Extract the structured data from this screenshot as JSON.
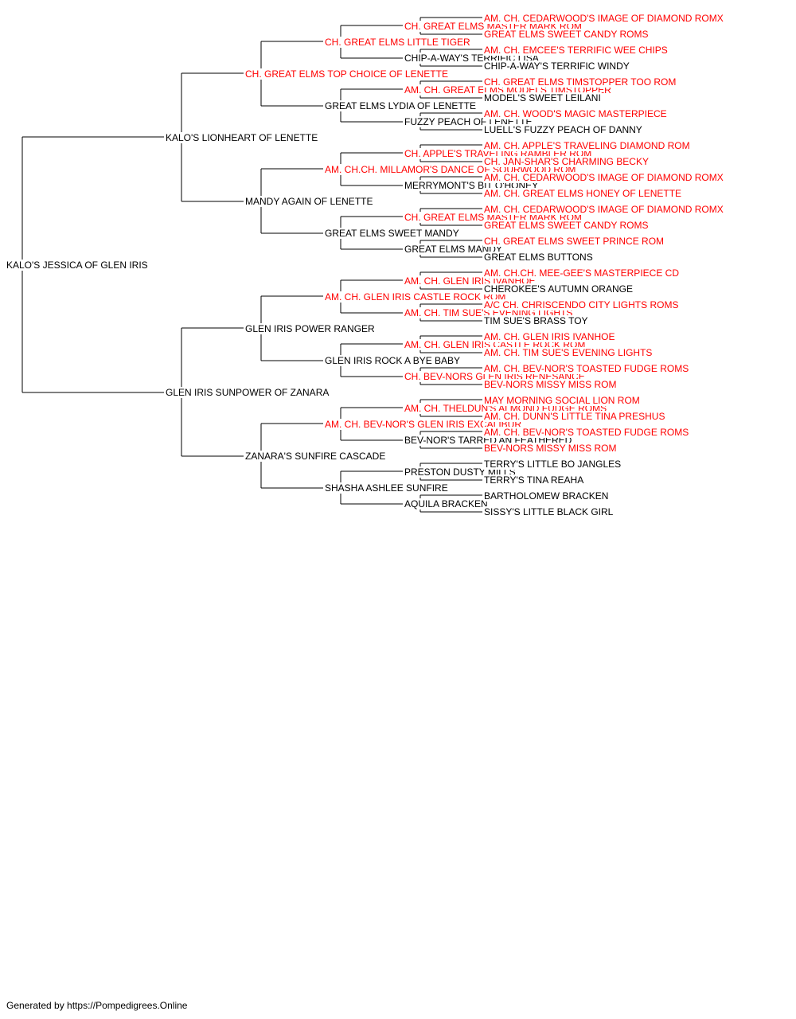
{
  "colors": {
    "champion": "#ff0000",
    "normal": "#000000",
    "line": "#000000"
  },
  "subject": {
    "name": "KALO'S JESSICA OF GLEN IRIS",
    "champion": false
  },
  "parents": [
    {
      "name": "KALO'S LIONHEART OF LENETTE",
      "champion": false
    },
    {
      "name": "GLEN IRIS SUNPOWER OF ZANARA",
      "champion": false
    }
  ],
  "grandparents": [
    {
      "name": "CH. GREAT ELMS TOP CHOICE OF LENETTE",
      "champion": true
    },
    {
      "name": "MANDY AGAIN OF LENETTE",
      "champion": false
    },
    {
      "name": "GLEN IRIS POWER RANGER",
      "champion": false
    },
    {
      "name": "ZANARA'S SUNFIRE CASCADE",
      "champion": false
    }
  ],
  "great_grandparents": [
    {
      "name": "CH. GREAT ELMS LITTLE TIGER",
      "champion": true
    },
    {
      "name": "GREAT ELMS LYDIA OF LENETTE",
      "champion": false
    },
    {
      "name": "AM. CH.CH. MILLAMOR'S DANCE OF SOURWOOD ROM",
      "champion": true
    },
    {
      "name": "GREAT ELMS SWEET MANDY",
      "champion": false
    },
    {
      "name": "AM. CH. GLEN IRIS CASTLE ROCK ROM",
      "champion": true
    },
    {
      "name": "GLEN IRIS ROCK A BYE BABY",
      "champion": false
    },
    {
      "name": "AM. CH. BEV-NOR'S GLEN IRIS EXCALIBUR",
      "champion": true
    },
    {
      "name": "SHASHA ASHLEE SUNFIRE",
      "champion": false
    }
  ],
  "gen4": [
    {
      "name": "CH. GREAT ELMS MASTER MARK ROM",
      "champion": true
    },
    {
      "name": "CHIP-A-WAY'S TERRIFIC LISA",
      "champion": false
    },
    {
      "name": "AM. CH. GREAT ELMS MODELS TIMSTOPPER",
      "champion": true
    },
    {
      "name": "FUZZY PEACH OF LENETTE",
      "champion": false
    },
    {
      "name": "CH. APPLE'S TRAVELING RAMBLER ROM",
      "champion": true
    },
    {
      "name": "MERRYMONT'S BIT O'HONEY",
      "champion": false
    },
    {
      "name": "CH. GREAT ELMS MASTER MARK ROM",
      "champion": true
    },
    {
      "name": "GREAT ELMS MANDY",
      "champion": false
    },
    {
      "name": "AM. CH. GLEN IRIS IVANHOE",
      "champion": true
    },
    {
      "name": "AM. CH. TIM SUE'S EVENING LIGHTS",
      "champion": true
    },
    {
      "name": "AM. CH. GLEN IRIS CASTLE ROCK ROM",
      "champion": true
    },
    {
      "name": "CH. BEV-NORS GLEN IRIS RENESANCE",
      "champion": true
    },
    {
      "name": "AM. CH. THELDUN'S ALMOND FUDGE ROMS",
      "champion": true
    },
    {
      "name": "BEV-NOR'S TARRED AN FEATHERED",
      "champion": false
    },
    {
      "name": "PRESTON DUSTY MILLS",
      "champion": false
    },
    {
      "name": "AQUILA BRACKEN",
      "champion": false
    }
  ],
  "gen5": [
    {
      "name": "AM. CH. CEDARWOOD'S IMAGE OF DIAMOND ROMX",
      "champion": true
    },
    {
      "name": "GREAT ELMS SWEET CANDY ROMS",
      "champion": true
    },
    {
      "name": "AM. CH. EMCEE'S TERRIFIC WEE CHIPS",
      "champion": true
    },
    {
      "name": "CHIP-A-WAY'S TERRIFIC WINDY",
      "champion": false
    },
    {
      "name": "CH. GREAT ELMS TIMSTOPPER TOO ROM",
      "champion": true
    },
    {
      "name": "MODEL'S SWEET LEILANI",
      "champion": false
    },
    {
      "name": "AM. CH. WOOD'S MAGIC MASTERPIECE",
      "champion": true
    },
    {
      "name": "LUELL'S FUZZY PEACH OF DANNY",
      "champion": false
    },
    {
      "name": "AM. CH. APPLE'S TRAVELING DIAMOND ROM",
      "champion": true
    },
    {
      "name": "CH. JAN-SHAR'S CHARMING BECKY",
      "champion": true
    },
    {
      "name": "AM. CH. CEDARWOOD'S IMAGE OF DIAMOND ROMX",
      "champion": true
    },
    {
      "name": "AM. CH. GREAT ELMS HONEY OF LENETTE",
      "champion": true
    },
    {
      "name": "AM. CH. CEDARWOOD'S IMAGE OF DIAMOND ROMX",
      "champion": true
    },
    {
      "name": "GREAT ELMS SWEET CANDY ROMS",
      "champion": true
    },
    {
      "name": "CH. GREAT ELMS SWEET PRINCE ROM",
      "champion": true
    },
    {
      "name": "GREAT ELMS BUTTONS",
      "champion": false
    },
    {
      "name": "AM. CH.CH. MEE-GEE'S MASTERPIECE CD",
      "champion": true
    },
    {
      "name": "CHEROKEE'S AUTUMN ORANGE",
      "champion": false
    },
    {
      "name": "A/C CH. CHRISCENDO CITY LIGHTS ROMS",
      "champion": true
    },
    {
      "name": "TIM SUE'S BRASS TOY",
      "champion": false
    },
    {
      "name": "AM. CH. GLEN IRIS IVANHOE",
      "champion": true
    },
    {
      "name": "AM. CH. TIM SUE'S EVENING LIGHTS",
      "champion": true
    },
    {
      "name": "AM. CH. BEV-NOR'S TOASTED FUDGE ROMS",
      "champion": true
    },
    {
      "name": "BEV-NORS MISSY MISS ROM",
      "champion": true
    },
    {
      "name": "MAY MORNING SOCIAL LION ROM",
      "champion": true
    },
    {
      "name": "AM. CH. DUNN'S LITTLE TINA PRESHUS",
      "champion": true
    },
    {
      "name": "AM. CH. BEV-NOR'S TOASTED FUDGE ROMS",
      "champion": true
    },
    {
      "name": "BEV-NORS MISSY MISS ROM",
      "champion": true
    },
    {
      "name": "TERRY'S LITTLE BO JANGLES",
      "champion": false
    },
    {
      "name": "TERRY'S TINA REAHA",
      "champion": false
    },
    {
      "name": "BARTHOLOMEW BRACKEN",
      "champion": false
    },
    {
      "name": "SISSY'S LITTLE BLACK GIRL",
      "champion": false
    }
  ],
  "footer": {
    "text": "Generated by https://Pompedigrees.Online"
  }
}
